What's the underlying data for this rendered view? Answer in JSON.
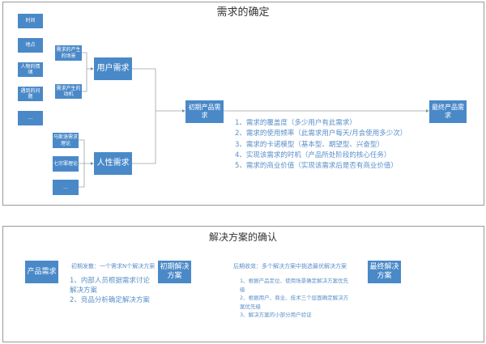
{
  "top": {
    "title": "需求的确定",
    "factors": [
      "时间",
      "地点",
      "人物的情绪",
      "遇到的问题",
      "..."
    ],
    "user_sources": [
      "需求的产生的场景",
      "需求产生的动机"
    ],
    "human_sources": [
      "马斯洛需求理论",
      "七宗罪理论",
      "..."
    ],
    "user_need": "用户需求",
    "human_need": "人性需求",
    "initial": "初期产品需求",
    "final": "最终产品需求",
    "criteria": [
      "1、需求的覆盖度（多少用户有此需求）",
      "2、需求的使用频率（此需求用户每天/月会使用多少次）",
      "3、需求的卡诺模型（基本型、期望型、兴奋型）",
      "4、实现该需求的时机（产品所处阶段的核心任务）",
      "5、需求的商业价值（实现该需求后是否有商业价值）"
    ]
  },
  "bottom": {
    "title": "解决方案的确认",
    "product_need": "产品需求",
    "initial": "初期解决方案",
    "final": "最终解决方案",
    "phase1_label": "初期发散：一个需求N个解决方案",
    "phase2_label": "后期收敛：多个解决方案中挑选最优解决方案",
    "phase1_items": [
      "1、内部人员根据需求讨论解决方案",
      "2、竞品分析确定解决方案"
    ],
    "phase2_items": [
      "1、根据产品定位、使用场景确定解决方案优先级",
      "2、根据用户、商业、技术三个层面确定解决方案优先级",
      "3、解决方案的小部分用户验证"
    ]
  }
}
